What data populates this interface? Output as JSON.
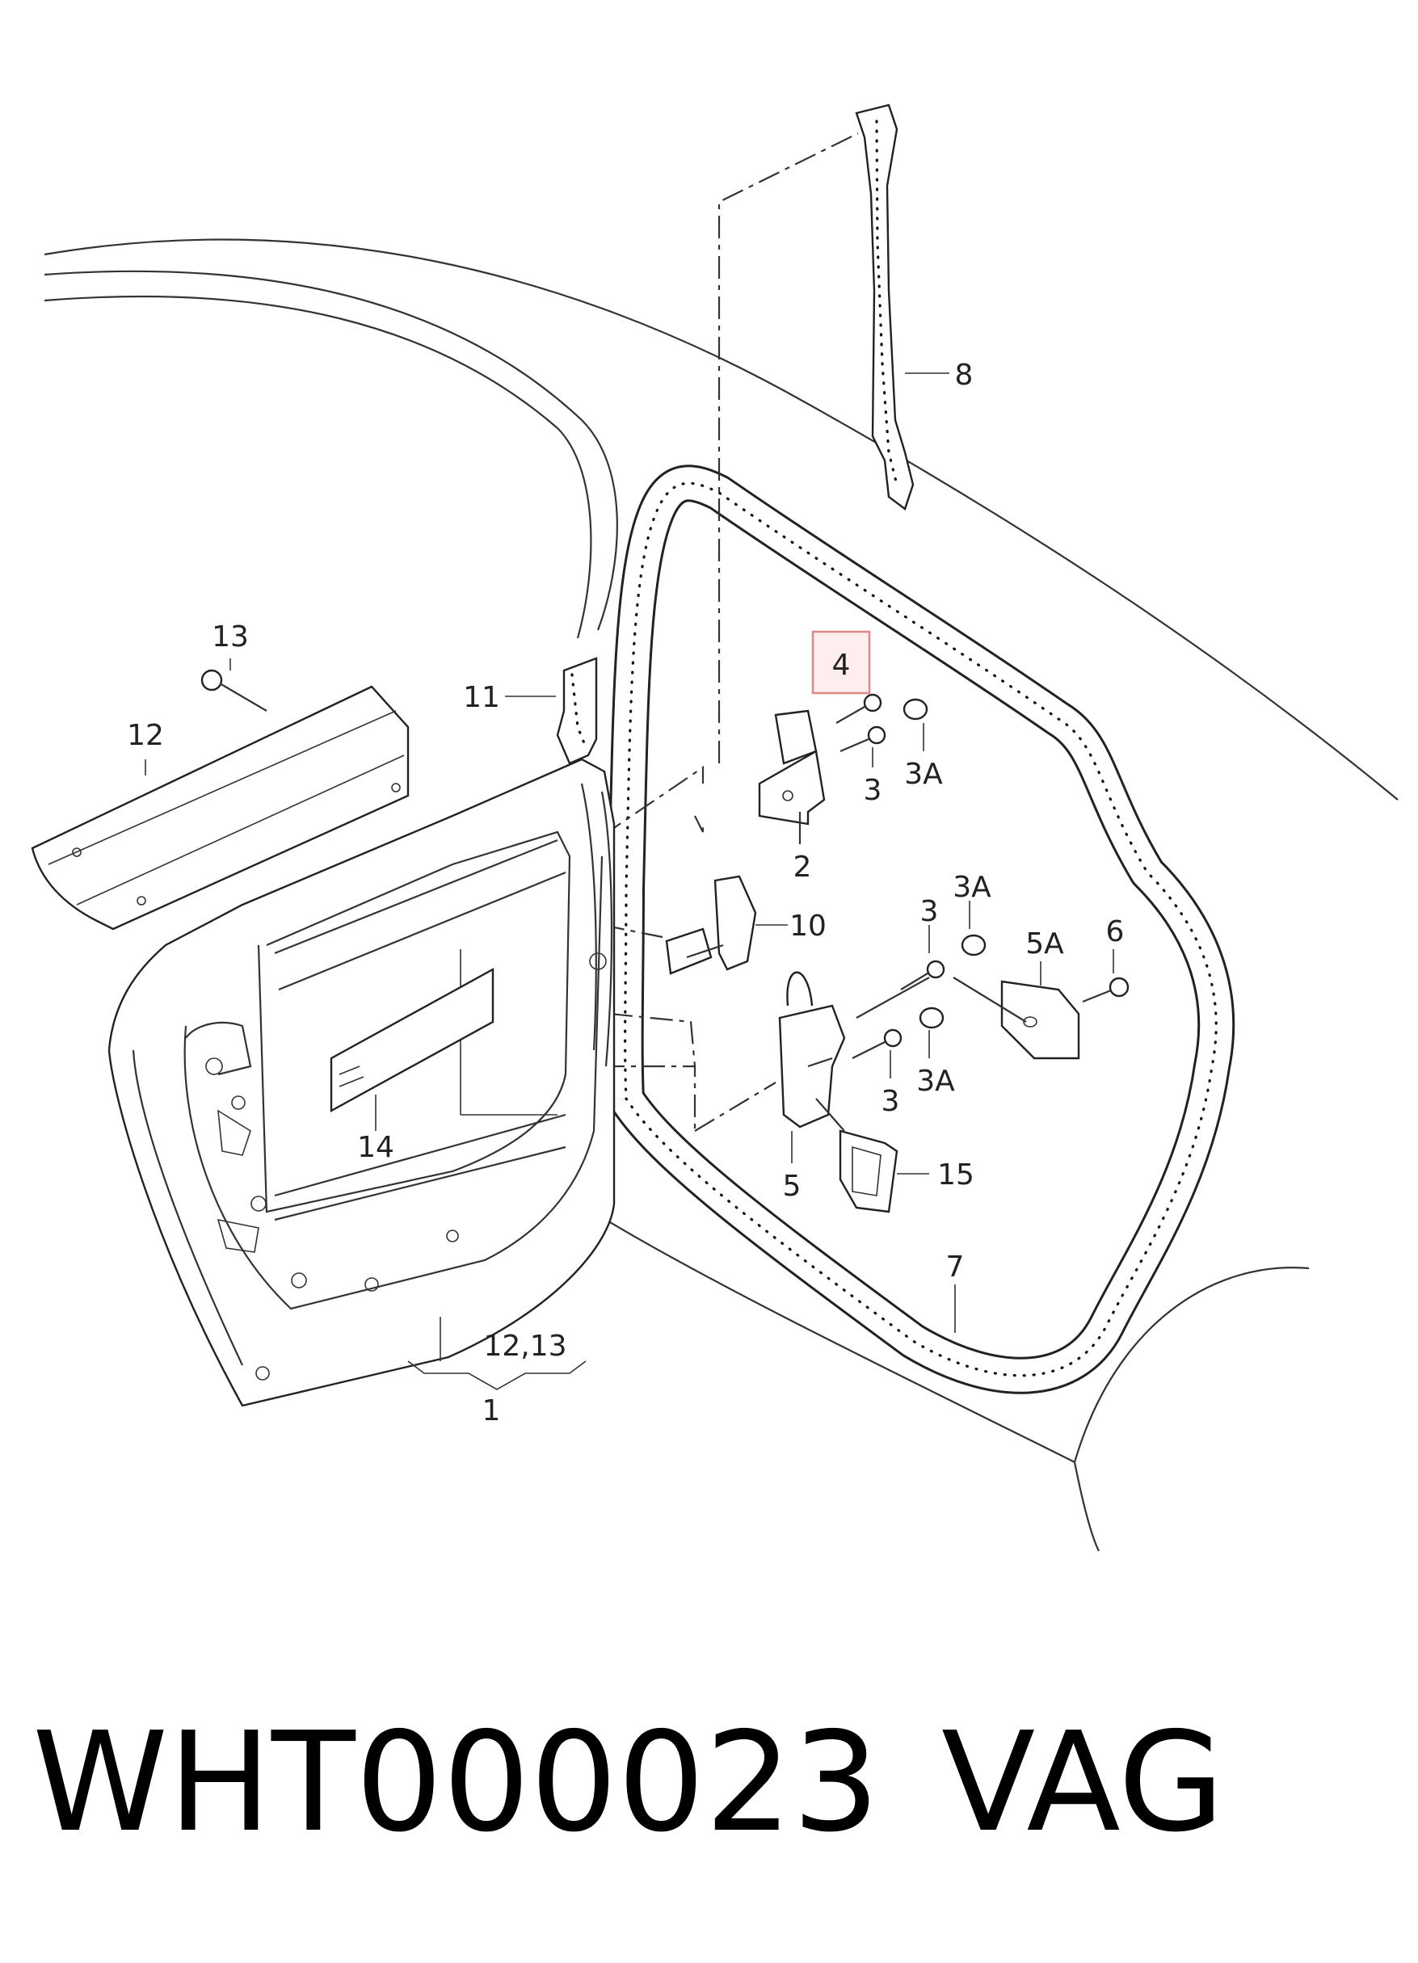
{
  "diagram": {
    "labels": {
      "l1": "1",
      "l2": "2",
      "l3a": "3",
      "l3b": "3",
      "l3c": "3",
      "l3A_a": "3A",
      "l3A_b": "3A",
      "l3A_c": "3A",
      "l4": "4",
      "l5": "5",
      "l5A": "5A",
      "l6": "6",
      "l7": "7",
      "l8": "8",
      "l10": "10",
      "l11": "11",
      "l12": "12",
      "l12_13": "12,13",
      "l13": "13",
      "l14": "14",
      "l15": "15"
    },
    "highlight_color": "#e08888"
  },
  "footer": {
    "part_number": "WHT000023",
    "brand": "VAG"
  }
}
